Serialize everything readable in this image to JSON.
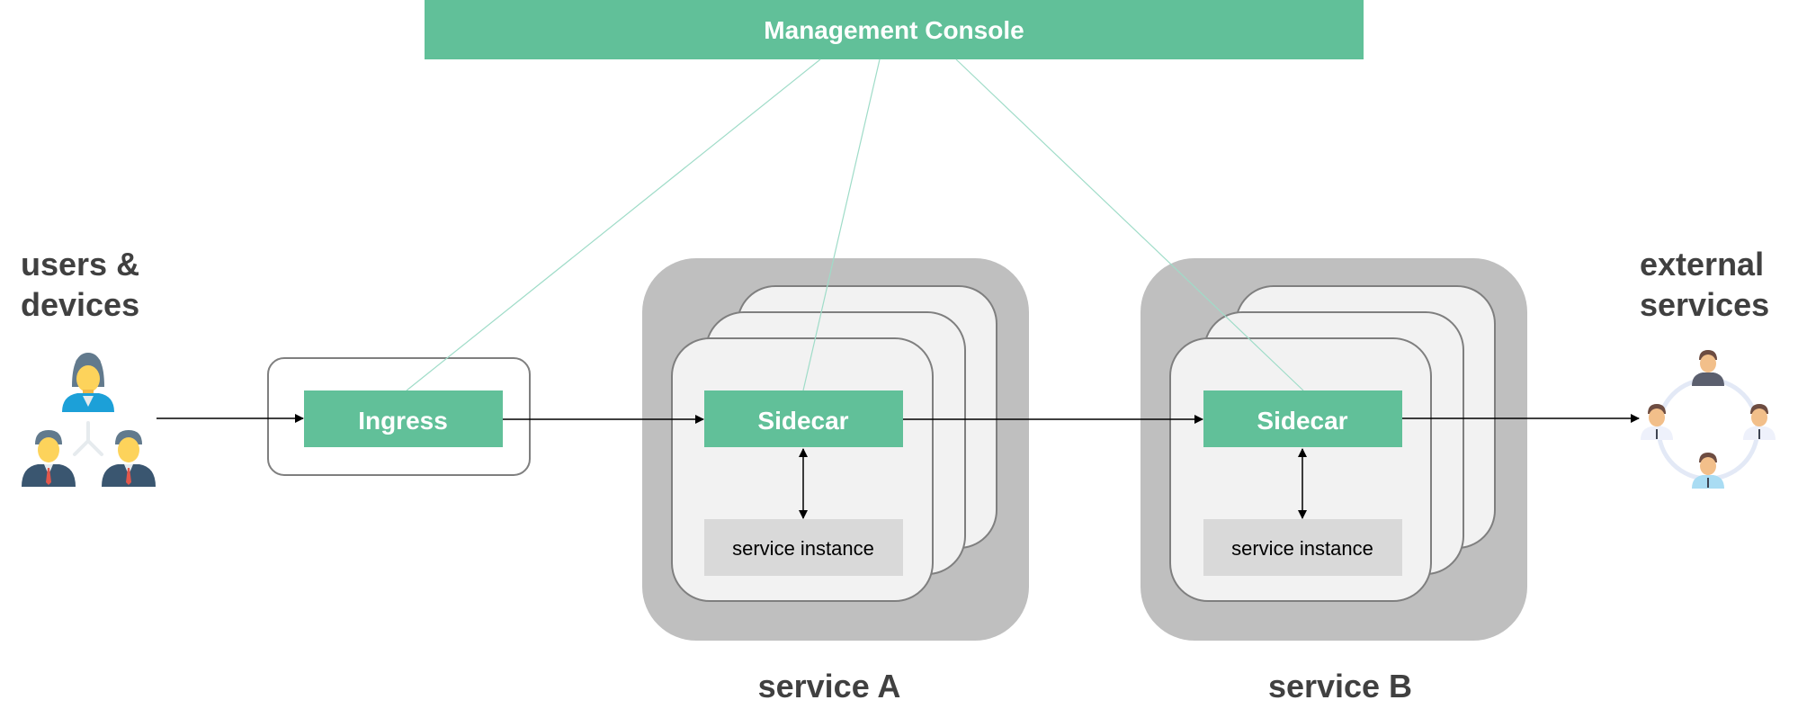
{
  "title": "Service mesh architecture",
  "colors": {
    "accent": "#61c099",
    "connector": "#9fdcc8",
    "container": "#bfbfbf",
    "card": "#f2f2f2",
    "card_border": "#7f7f7f",
    "instance_bg": "#d9d9d9",
    "text_dark": "#404040"
  },
  "management_console": {
    "label": "Management Console"
  },
  "users": {
    "label_line1": "users &",
    "label_line2": "devices",
    "icon": "users-group-icon"
  },
  "ingress": {
    "label": "Ingress"
  },
  "services": [
    {
      "name": "service A",
      "sidecar_label": "Sidecar",
      "instance_label": "service instance",
      "replicas": 3
    },
    {
      "name": "service B",
      "sidecar_label": "Sidecar",
      "instance_label": "service instance",
      "replicas": 3
    }
  ],
  "external": {
    "label_line1": "external",
    "label_line2": "services",
    "icon": "external-network-icon"
  },
  "connections": [
    {
      "from": "users & devices",
      "to": "Ingress"
    },
    {
      "from": "Ingress",
      "to": "service A Sidecar"
    },
    {
      "from": "service A Sidecar",
      "to": "service B Sidecar"
    },
    {
      "from": "service B Sidecar",
      "to": "external services"
    },
    {
      "from": "Management Console",
      "to": "Ingress",
      "style": "control"
    },
    {
      "from": "Management Console",
      "to": "service A Sidecar",
      "style": "control"
    },
    {
      "from": "Management Console",
      "to": "service B Sidecar",
      "style": "control"
    },
    {
      "from": "Sidecar",
      "to": "service instance",
      "style": "bidirectional"
    }
  ]
}
